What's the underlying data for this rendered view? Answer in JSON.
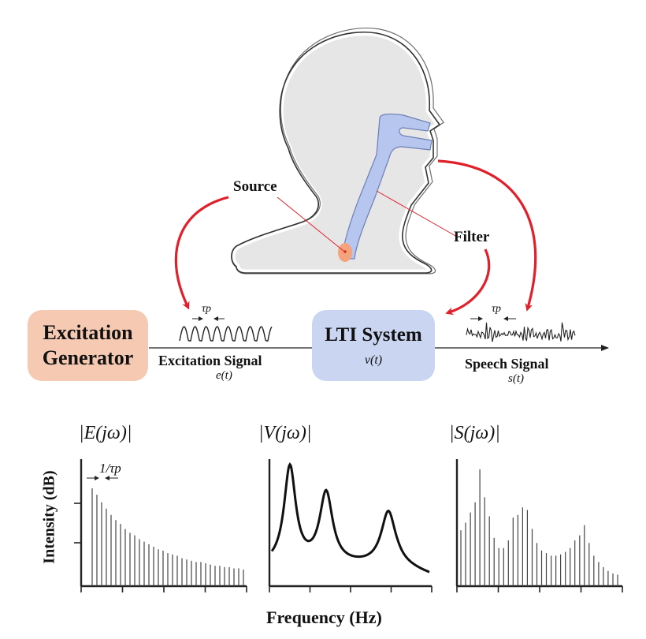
{
  "labels": {
    "source": "Source",
    "filter": "Filter",
    "excitation_generator_line1": "Excitation",
    "excitation_generator_line2": "Generator",
    "lti_system": "LTI System",
    "lti_function": "v(t)",
    "excitation_signal": "Excitation Signal",
    "excitation_function": "e(t)",
    "speech_signal": "Speech Signal",
    "speech_function": "s(t)",
    "tau_p": "τp",
    "spacing": "1/τp",
    "spec_E": "|E(jω)|",
    "spec_V": "|V(jω)|",
    "spec_S": "|S(jω)|",
    "ylabel": "Intensity (dB)",
    "xlabel": "Frequency (Hz)"
  },
  "colors": {
    "generator_fill": "#f6c9b2",
    "lti_fill": "#c9d5f1",
    "tract_fill": "#b7c6ee",
    "head_fill": "#e6e6e6",
    "arrow_red": "#e0202a",
    "source_dot": "#f4a37c"
  },
  "spectra": {
    "E": [
      0.77,
      0.72,
      0.66,
      0.61,
      0.56,
      0.52,
      0.49,
      0.45,
      0.42,
      0.4,
      0.37,
      0.35,
      0.33,
      0.31,
      0.29,
      0.28,
      0.26,
      0.25,
      0.24,
      0.22,
      0.21,
      0.2,
      0.19,
      0.19,
      0.18,
      0.17,
      0.16,
      0.16,
      0.15,
      0.15,
      0.14,
      0.14,
      0.13
    ],
    "S": [
      0.44,
      0.5,
      0.58,
      0.66,
      0.92,
      0.7,
      0.55,
      0.38,
      0.3,
      0.3,
      0.36,
      0.54,
      0.56,
      0.62,
      0.6,
      0.45,
      0.34,
      0.28,
      0.26,
      0.24,
      0.24,
      0.25,
      0.27,
      0.3,
      0.36,
      0.4,
      0.48,
      0.34,
      0.24,
      0.19,
      0.15,
      0.12,
      0.1,
      0.09
    ]
  }
}
